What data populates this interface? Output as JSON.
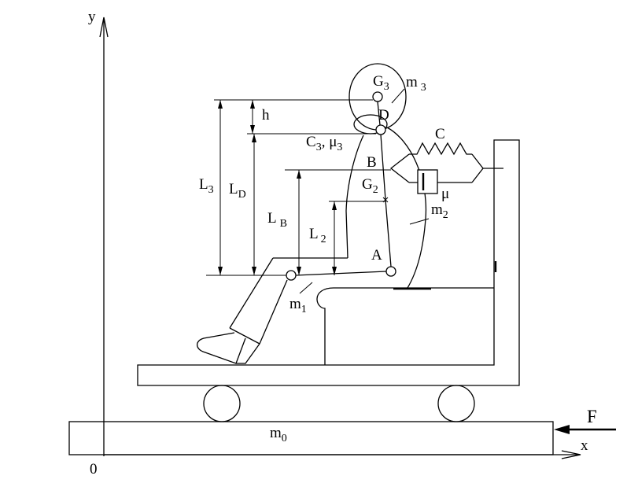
{
  "colors": {
    "ink": "#000000",
    "background": "#ffffff"
  },
  "axes": {
    "y": "y",
    "x": "x",
    "origin": "0"
  },
  "force": "F",
  "masses": {
    "base": {
      "symbol": "m",
      "index": "0"
    },
    "legs": {
      "symbol": "m",
      "index": "1"
    },
    "torso": {
      "symbol": "m",
      "index": "2"
    },
    "head": {
      "symbol": "m",
      "index": "3"
    }
  },
  "points": {
    "head_center": {
      "symbol": "G",
      "index": "3"
    },
    "neck": "D",
    "back_contact": "B",
    "torso_center": {
      "symbol": "G",
      "index": "2"
    },
    "hip": "A"
  },
  "neck_joint": {
    "stiffness": "C",
    "stiffness_index": "3",
    "separator": ", ",
    "damping": "μ",
    "damping_index": "3"
  },
  "backrest": {
    "stiffness": "C",
    "damping": "μ"
  },
  "dimensions": {
    "head_offset": "h",
    "L3": {
      "symbol": "L",
      "index": "3"
    },
    "LD": {
      "symbol": "L",
      "index": "D"
    },
    "LB": {
      "symbol": "L",
      "index": "B"
    },
    "L2": {
      "symbol": "L",
      "index": "2"
    }
  }
}
